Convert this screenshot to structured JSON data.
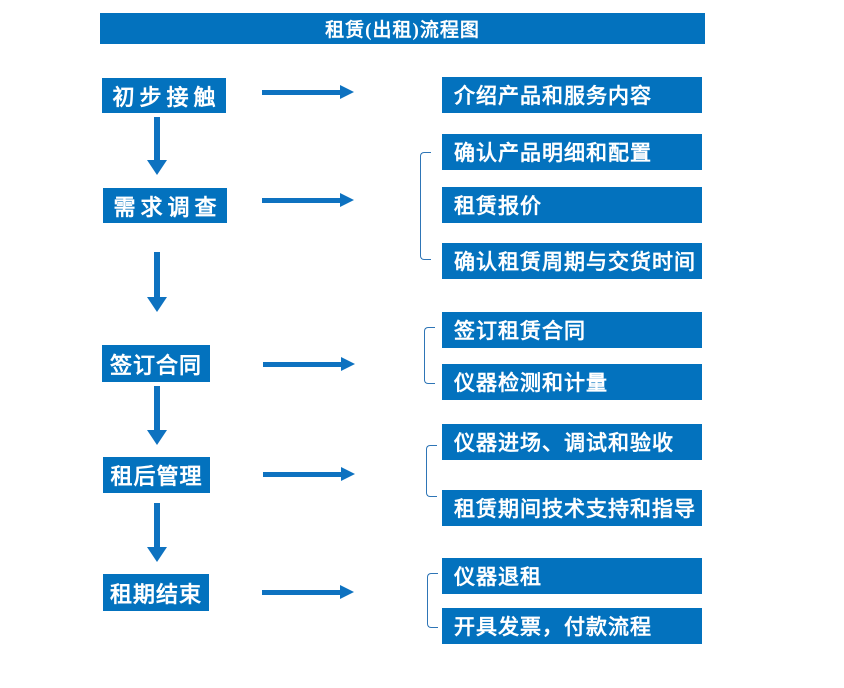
{
  "header": {
    "title": "租赁(出租)流程图"
  },
  "stages": [
    {
      "step": "初步接触",
      "details": [
        "介绍产品和服务内容"
      ]
    },
    {
      "step": "需求调查",
      "details": [
        "确认产品明细和配置",
        "租赁报价",
        "确认租赁周期与交货时间"
      ]
    },
    {
      "step": "签订合同",
      "details": [
        "签订租赁合同",
        "仪器检测和计量"
      ]
    },
    {
      "step": "租后管理",
      "details": [
        "仪器进场、调试和验收",
        "租赁期间技术支持和指导"
      ]
    },
    {
      "step": "租期结束",
      "details": [
        "仪器退租",
        "开具发票，付款流程"
      ]
    }
  ],
  "colors": {
    "box_fill": "#0372BE",
    "arrow": "#0E72C0",
    "bracket": "#2E75B6",
    "text": "#FFFFFF",
    "background": "#FFFFFF"
  }
}
